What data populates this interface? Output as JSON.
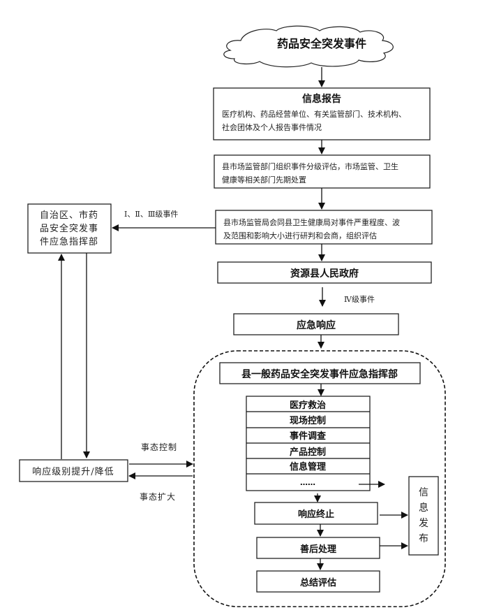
{
  "diagram": {
    "start_event": "药品安全突发事件",
    "info_report": {
      "title": "信息报告",
      "line1": "医疗机构、药品经营单位、有关监管部门、技术机构、",
      "line2": "社会团体及个人报告事件情况"
    },
    "county_assess": {
      "line1": "县市场监管部门组织事件分级评估，市场监管、卫生",
      "line2": "健康等相关部门先期处置"
    },
    "joint_study": {
      "line1": "县市场监管局会同县卫生健康局对事件严重程度、波",
      "line2": "及范围和影响大小进行研判和会商，组织评估"
    },
    "region_command": {
      "line1": "自治区、市药",
      "line2": "品安全突发事",
      "line3": "件应急指挥部"
    },
    "level_123_label": "Ⅰ、Ⅱ、Ⅲ级事件",
    "county_gov": "资源县人民政府",
    "level_4_label": "Ⅳ级事件",
    "emergency_response": "应急响应",
    "county_command": "县一般药品安全突发事件应急指挥部",
    "actions": [
      "医疗救治",
      "现场控制",
      "事件调查",
      "产品控制",
      "信息管理",
      "……"
    ],
    "response_end": "响应终止",
    "aftermath": "善后处理",
    "summary": "总结评估",
    "info_release": [
      "信",
      "息",
      "发",
      "布"
    ],
    "level_adjust": "响应级别提升/降低",
    "control_label": "事态控制",
    "expand_label": "事态扩大"
  }
}
